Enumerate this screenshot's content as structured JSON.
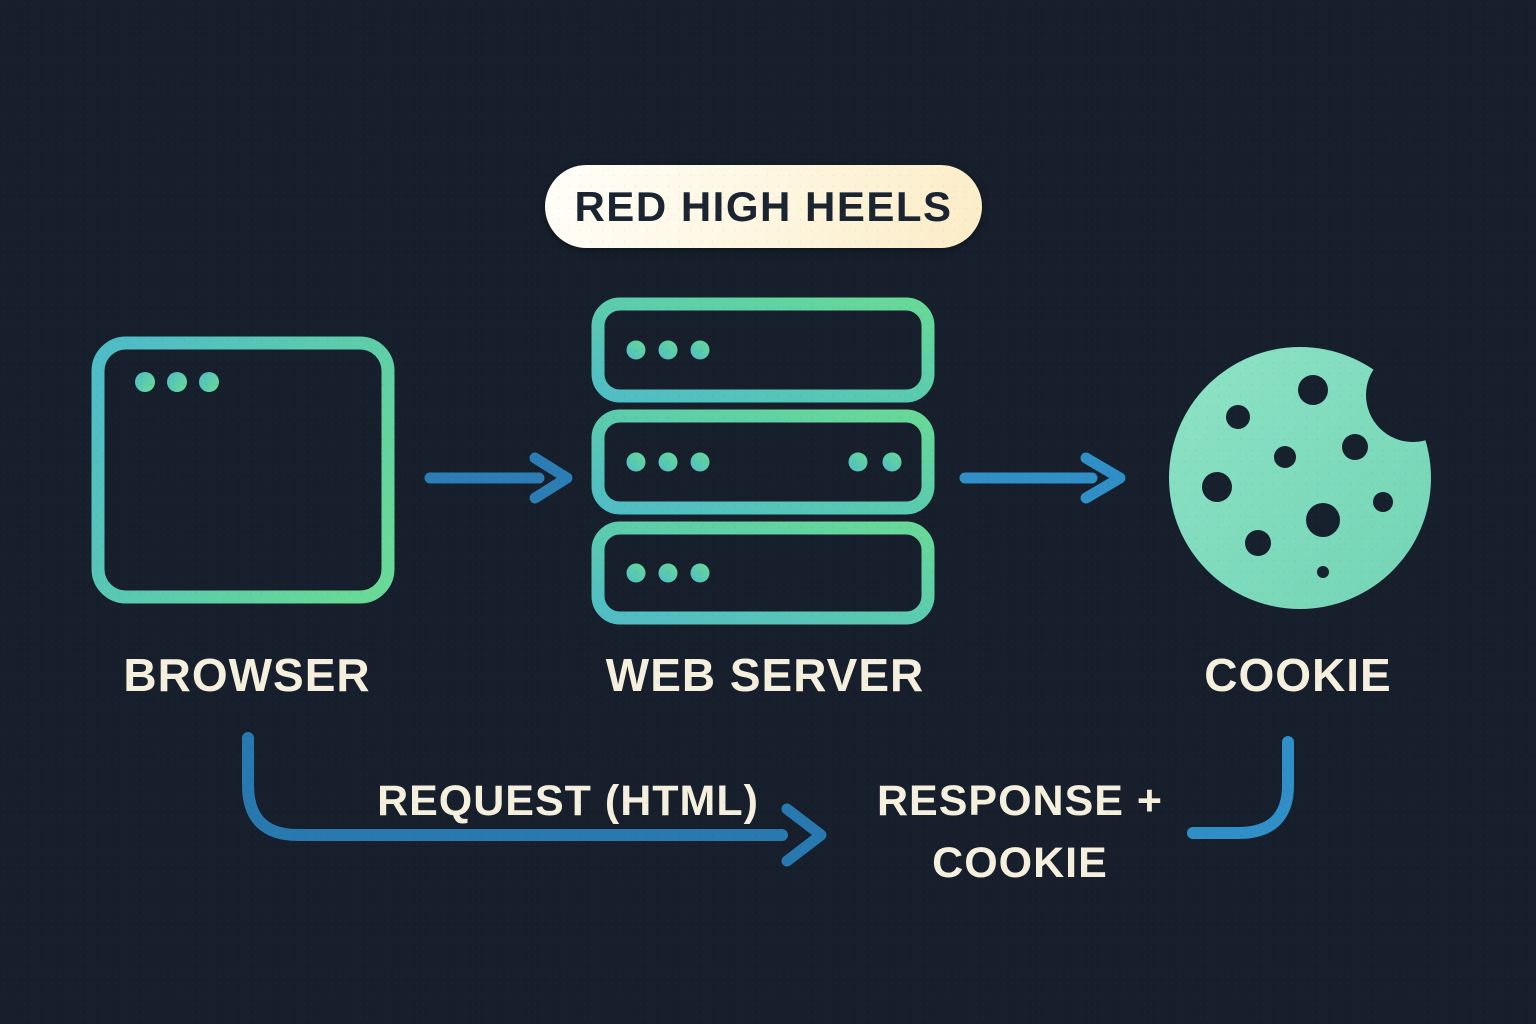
{
  "badge": {
    "label": "RED HIGH HEELS"
  },
  "nodes": [
    {
      "id": "browser",
      "label": "BROWSER",
      "icon": "browser-window-outline"
    },
    {
      "id": "web-server",
      "label": "WEB SERVER",
      "icon": "server-stack-outline"
    },
    {
      "id": "cookie",
      "label": "COOKIE",
      "icon": "bitten-cookie"
    }
  ],
  "flows": [
    {
      "id": "request",
      "from": "browser",
      "to": "web-server",
      "label": "REQUEST (HTML)"
    },
    {
      "id": "response",
      "from": "web-server",
      "to": "cookie",
      "line1": "RESPONSE +",
      "line2": "COOKIE"
    }
  ],
  "colors": {
    "background": "#161f2b",
    "icon-teal": "#4fbdc5",
    "icon-green": "#68d996",
    "cookie-fill-light": "#8ee2c6",
    "cookie-fill": "#72d4b4",
    "chip": "#17212d",
    "arrow-blue": "#2b7db3",
    "arrow-blue-bright": "#2f8fc6",
    "flow-blue": "#2879b0",
    "badge-bg-light": "#fffef9",
    "badge-bg": "#fbecc6",
    "badge-text": "#1b2531",
    "label-cream": "#f5efdd"
  }
}
